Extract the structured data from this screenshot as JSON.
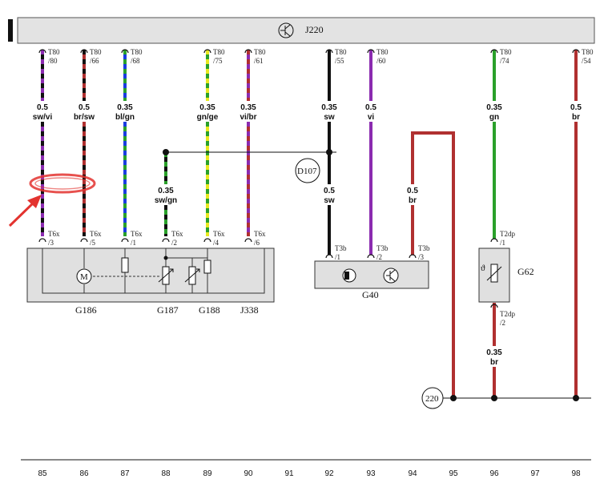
{
  "title_component": "J220",
  "connectors_top": [
    {
      "id": "w85",
      "connector": "T80",
      "pin": "/80",
      "gauge": "0.5",
      "color": "sw/vi"
    },
    {
      "id": "w86",
      "connector": "T80",
      "pin": "/66",
      "gauge": "0.5",
      "color": "br/sw"
    },
    {
      "id": "w87",
      "connector": "T80",
      "pin": "/68",
      "gauge": "0.35",
      "color": "bl/gn"
    },
    {
      "id": "w89",
      "connector": "T80",
      "pin": "/75",
      "gauge": "0.35",
      "color": "gn/ge"
    },
    {
      "id": "w90",
      "connector": "T80",
      "pin": "/61",
      "gauge": "0.35",
      "color": "vi/br"
    },
    {
      "id": "w92",
      "connector": "T80",
      "pin": "/55",
      "gauge": "0.35",
      "color": "sw"
    },
    {
      "id": "w93",
      "connector": "T80",
      "pin": "/60",
      "gauge": "0.5",
      "color": "vi"
    },
    {
      "id": "w96",
      "connector": "T80",
      "pin": "/74",
      "gauge": "0.35",
      "color": "gn"
    },
    {
      "id": "w98",
      "connector": "T80",
      "pin": "/54",
      "gauge": "0.5",
      "color": "br"
    }
  ],
  "connectors_bottom": [
    {
      "id": "b85",
      "connector": "T6x",
      "pin": "/3"
    },
    {
      "id": "b86",
      "connector": "T6x",
      "pin": "/5"
    },
    {
      "id": "b87",
      "connector": "T6x",
      "pin": "/1"
    },
    {
      "id": "b88",
      "connector": "T6x",
      "pin": "/2"
    },
    {
      "id": "b89",
      "connector": "T6x",
      "pin": "/4"
    },
    {
      "id": "b90",
      "connector": "T6x",
      "pin": "/6"
    },
    {
      "id": "b92",
      "connector": "T3b",
      "pin": "/1"
    },
    {
      "id": "b93",
      "connector": "T3b",
      "pin": "/2"
    },
    {
      "id": "b94",
      "connector": "T3b",
      "pin": "/3"
    },
    {
      "id": "b96",
      "connector": "T2dp",
      "pin": "/1"
    }
  ],
  "mid_wires": {
    "w88": {
      "gauge": "0.35",
      "color": "sw/gn"
    },
    "w92b": {
      "gauge": "0.5",
      "color": "sw"
    },
    "w94": {
      "gauge": "0.5",
      "color": "br"
    },
    "w96b": {
      "gauge": "0.35",
      "color": "br"
    }
  },
  "g62_pin2": {
    "connector": "T2dp",
    "pin": "/2"
  },
  "components": {
    "g186": "G186",
    "g187": "G187",
    "g188": "G188",
    "j338": "J338",
    "g40": "G40",
    "g62": "G62"
  },
  "g62_inner": "ϑ",
  "motor_symbol": "M",
  "junctions": {
    "d107": "D107",
    "j220ground": "220"
  },
  "columns": [
    "85",
    "86",
    "87",
    "88",
    "89",
    "90",
    "91",
    "92",
    "93",
    "94",
    "95",
    "96",
    "97",
    "98"
  ],
  "annotation": {
    "color": "#e3332f",
    "type": "circle and arrow highlight on wire at column 85"
  }
}
